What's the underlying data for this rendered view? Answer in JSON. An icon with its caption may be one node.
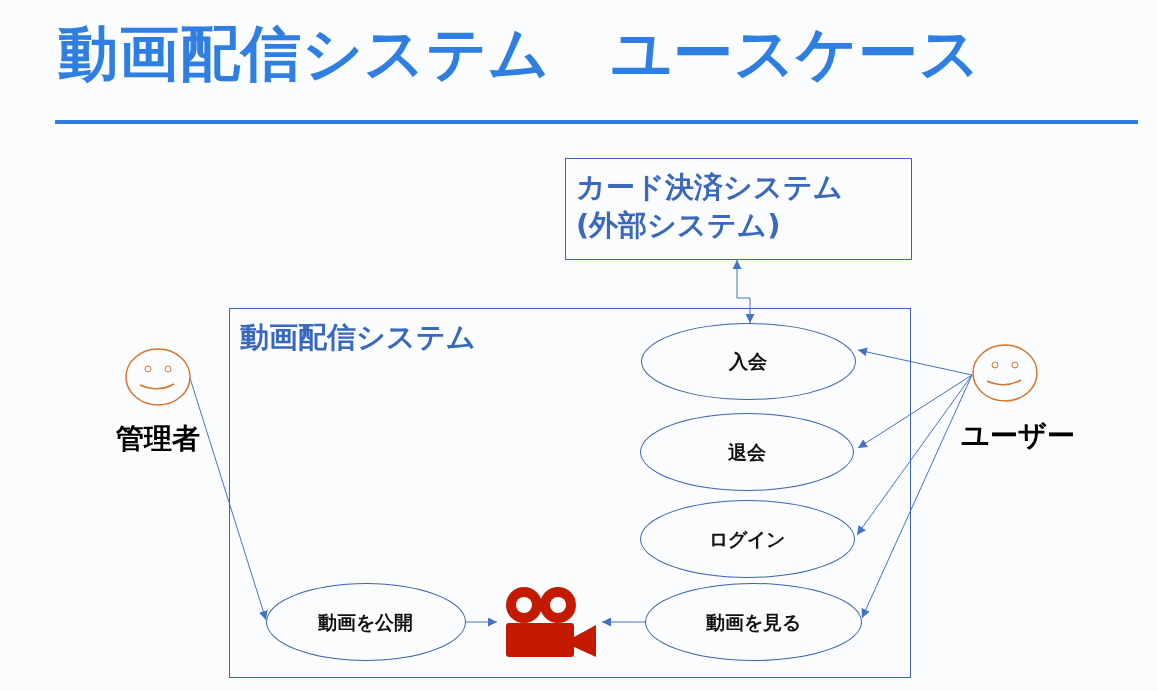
{
  "diagram": {
    "title": "動画配信システム　ユースケース",
    "nodes": [
      {
        "text": [
          "カード決済システム (外部システム)"
        ]
      },
      {
        "text": [
          "動画配信システム"
        ]
      },
      {
        "text": [
          "入会"
        ],
        "in": 1
      },
      {
        "text": [
          "退会"
        ],
        "in": 1
      },
      {
        "text": [
          "ログイン"
        ],
        "in": 1
      },
      {
        "text": [
          "動画を公開"
        ],
        "in": 1
      },
      {
        "text": [],
        "shape": "picture",
        "in": 1
      },
      {
        "text": [
          "動画を見る"
        ],
        "in": 1
      },
      {
        "text": [
          "管理者"
        ]
      },
      {
        "text": [
          "ユーザー"
        ]
      }
    ],
    "edges": [
      {
        "from": 2,
        "to": 0,
        "arrow": "both"
      },
      {
        "from": 9,
        "to": 2,
        "arrow": "to"
      },
      {
        "from": 9,
        "to": 3,
        "arrow": "to"
      },
      {
        "from": 9,
        "to": 4,
        "arrow": "to"
      },
      {
        "from": 9,
        "to": 7,
        "arrow": "to"
      },
      {
        "from": 8,
        "to": 5,
        "arrow": "to"
      },
      {
        "from": 5,
        "to": 6,
        "arrow": "to"
      },
      {
        "from": 7,
        "to": 6,
        "arrow": "to"
      }
    ]
  }
}
